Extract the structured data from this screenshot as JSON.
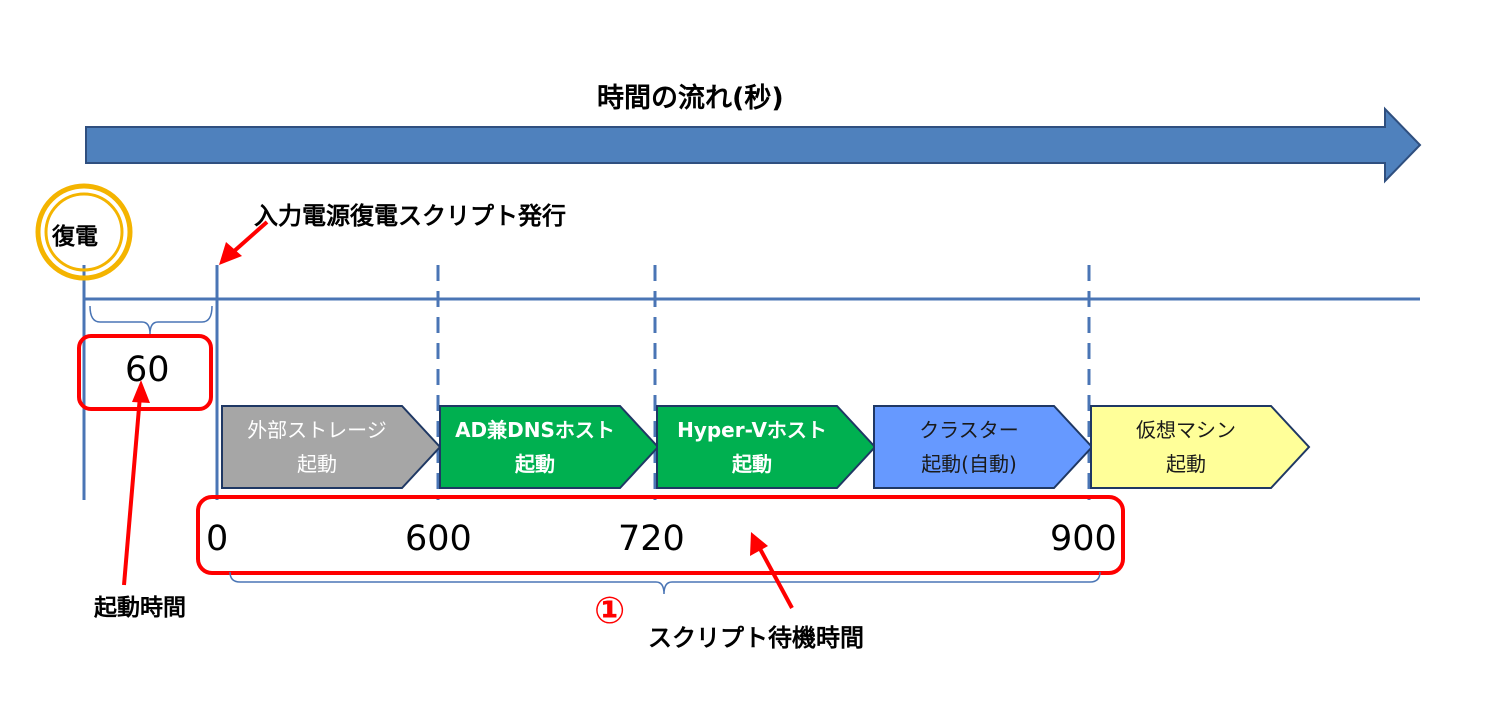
{
  "header": {
    "title": "時間の流れ(秒)"
  },
  "power_restore": {
    "label": "復電"
  },
  "script_issue": {
    "label": "入力電源復電スクリプト発行"
  },
  "startup": {
    "value": "60",
    "label": "起動時間"
  },
  "steps": [
    {
      "line1": "外部ストレージ",
      "line2": "起動",
      "fill": "#a6a6a6"
    },
    {
      "line1": "AD兼DNSホスト",
      "line2": "起動",
      "fill": "#00b050"
    },
    {
      "line1": "Hyper-Vホスト",
      "line2": "起動",
      "fill": "#00b050"
    },
    {
      "line1": "クラスター",
      "line2": "起動(自動)",
      "fill": "#6699ff"
    },
    {
      "line1": "仮想マシン",
      "line2": "起動",
      "fill": "#ffff99"
    }
  ],
  "timeline": {
    "marks": [
      "0",
      "600",
      "720",
      "900"
    ]
  },
  "wait": {
    "number": "①",
    "label": "スクリプト待機時間"
  },
  "colors": {
    "arrow": "#4f81bd",
    "axis": "#4a75b5",
    "highlight": "#ff0000",
    "circle": "#f4b400"
  }
}
